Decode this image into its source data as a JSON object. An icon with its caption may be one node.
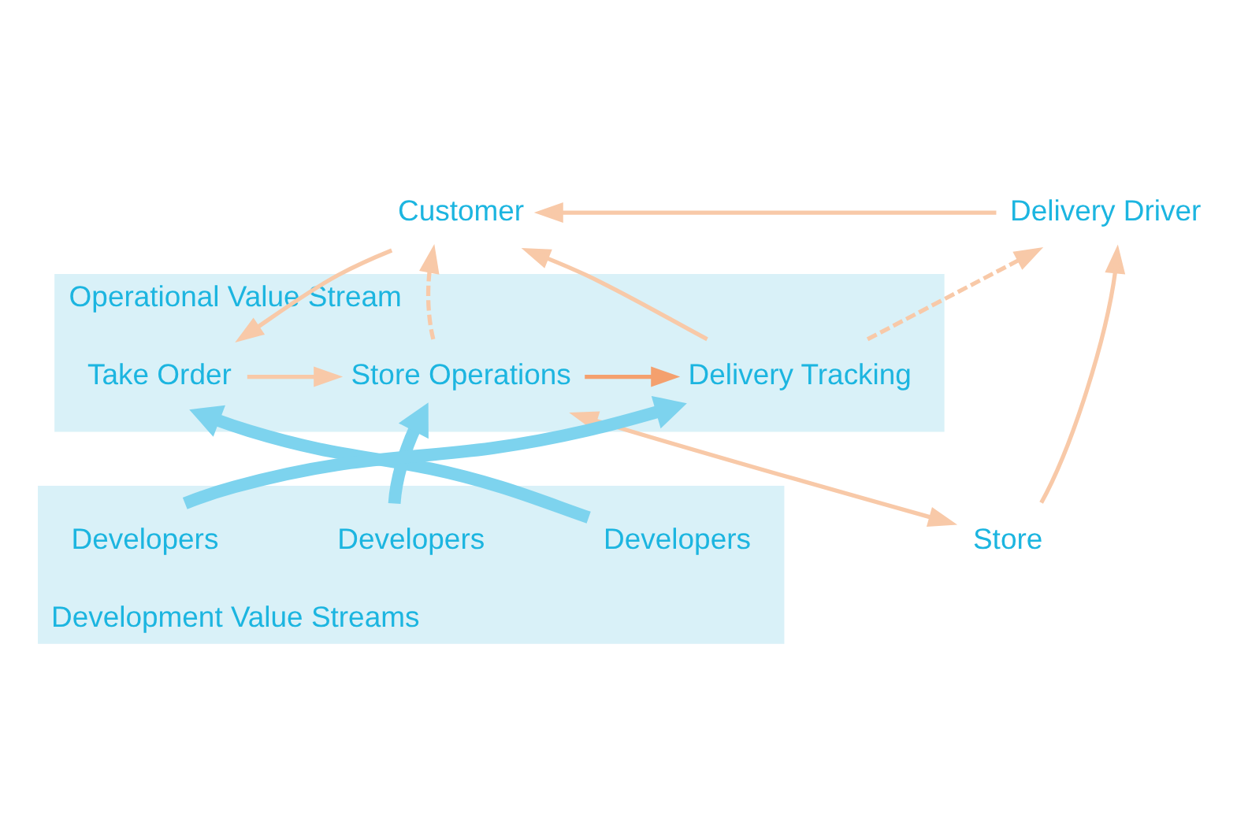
{
  "diagram": {
    "nodes": [
      {
        "text": [
          "Operational Value Stream"
        ]
      },
      {
        "text": [
          "Development Value Streams"
        ]
      },
      {
        "text": [
          "Customer"
        ]
      },
      {
        "text": [
          "Delivery Driver"
        ]
      },
      {
        "text": [
          "Take Order"
        ],
        "in": 0
      },
      {
        "text": [
          "Store Operations"
        ],
        "in": 0
      },
      {
        "text": [
          "Delivery Tracking"
        ],
        "in": 0
      },
      {
        "text": [
          "Developers"
        ],
        "in": 1
      },
      {
        "text": [
          "Developers"
        ],
        "in": 1
      },
      {
        "text": [
          "Developers"
        ],
        "in": 1
      },
      {
        "text": [
          "Store"
        ]
      }
    ],
    "edges": [
      {
        "from": 2,
        "to": 4,
        "arrow": "to"
      },
      {
        "from": 5,
        "to": 2,
        "arrow": "to",
        "style": "dashed"
      },
      {
        "from": 6,
        "to": 2,
        "arrow": "to"
      },
      {
        "from": 3,
        "to": 2,
        "arrow": "to"
      },
      {
        "from": 4,
        "to": 5,
        "arrow": "to"
      },
      {
        "from": 5,
        "to": 6,
        "arrow": "to",
        "color": "#f4a06e"
      },
      {
        "from": 6,
        "to": 3,
        "arrow": "to",
        "style": "dashed"
      },
      {
        "from": 5,
        "to": 10,
        "arrow": "both"
      },
      {
        "from": 10,
        "to": 3,
        "arrow": "to"
      },
      {
        "from": 7,
        "to": 4,
        "arrow": "to",
        "style": "thick",
        "color": "#7dd3ee"
      },
      {
        "from": 8,
        "to": 5,
        "arrow": "to",
        "style": "thick",
        "color": "#7dd3ee"
      },
      {
        "from": 9,
        "to": 6,
        "arrow": "to",
        "style": "thick",
        "color": "#7dd3ee"
      }
    ]
  }
}
